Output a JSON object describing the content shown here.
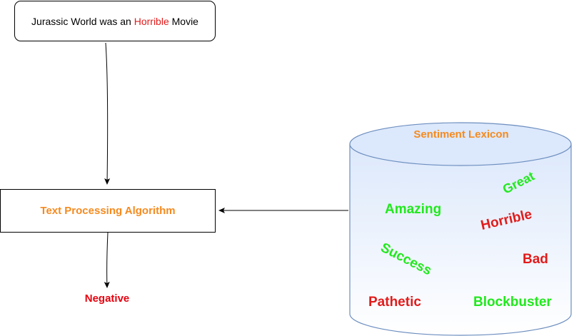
{
  "input_sentence": {
    "before": "Jurassic World was an ",
    "highlight": "Horrible",
    "after": " Movie"
  },
  "algorithm": {
    "label": "Text Processing Algorithm"
  },
  "output": {
    "label": "Negative"
  },
  "lexicon": {
    "title": "Sentiment Lexicon",
    "positive_words": [
      "Amazing",
      "Great",
      "Success",
      "Blockbuster"
    ],
    "negative_words": [
      "Horrible",
      "Bad",
      "Pathetic"
    ]
  },
  "colors": {
    "positive": "#22e81e",
    "negative": "#e21b1b",
    "accent": "#f58a1f",
    "cylinder_top": "#dce8fb",
    "cylinder_bottom": "#ffffff",
    "cylinder_stroke": "#6c8ebf"
  }
}
